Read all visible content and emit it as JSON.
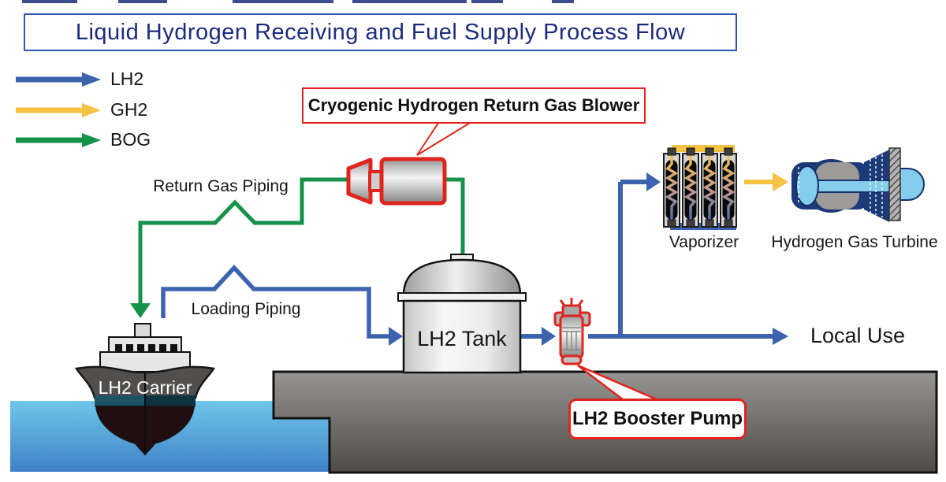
{
  "title": "Liquid Hydrogen Receiving and Fuel Supply Process Flow",
  "legend": {
    "items": [
      {
        "id": "lh2",
        "label": "LH2"
      },
      {
        "id": "gh2",
        "label": "GH2"
      },
      {
        "id": "bog",
        "label": "BOG"
      }
    ]
  },
  "labels": {
    "return_gas_piping": "Return Gas Piping",
    "loading_piping": "Loading Piping",
    "lh2_tank": "LH2 Tank",
    "lh2_carrier": "LH2 Carrier",
    "vaporizer": "Vaporizer",
    "hydrogen_gas_turbine": "Hydrogen Gas Turbine",
    "local_use": "Local Use"
  },
  "callouts": {
    "blower": "Cryogenic Hydrogen Return Gas Blower",
    "booster_pump": "LH2 Booster Pump"
  },
  "colors": {
    "lh2-blue": "#3b63ae",
    "gh2-yellow": "#f6c243",
    "bog-green": "#14924a",
    "callout-red": "#df251d",
    "title-navy": "#1b2b7e",
    "water-top": "#6fc6ec",
    "water-bottom": "#3f82c6",
    "dock-top": "#969592",
    "dock-bottom": "#4d4b48"
  }
}
